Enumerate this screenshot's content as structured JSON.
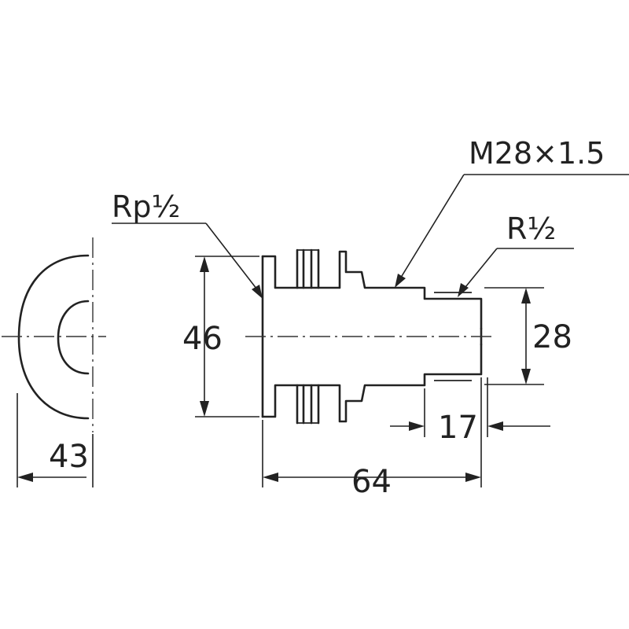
{
  "labels": {
    "rp_thread": "Rp½",
    "m_thread": "M28×1.5",
    "r_thread": "R½",
    "dim_height": "46",
    "dim_small_dia": "28",
    "dim_thread_len": "17",
    "dim_total_len": "64",
    "dim_cap_depth": "43"
  },
  "colors": {
    "line": "#222222",
    "background": "#ffffff"
  }
}
